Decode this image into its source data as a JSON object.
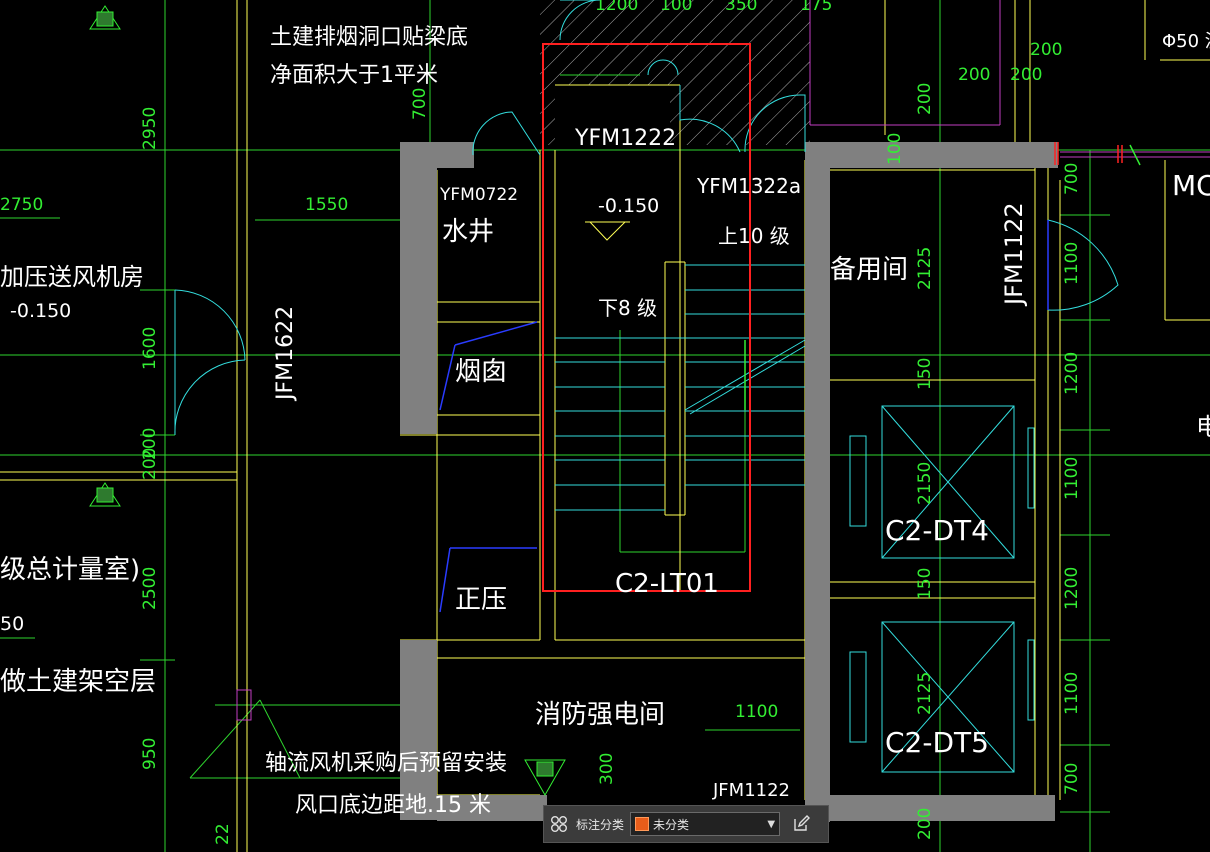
{
  "labels": {
    "note1": "土建排烟洞口贴梁底",
    "note2": "净面积大于1平米",
    "yfm1222": "YFM1222",
    "yfm0722": "YFM0722",
    "yfm1322a": "YFM1322a",
    "elev_stair": "-0.150",
    "up10": "上10 级",
    "down8": "下8 级",
    "water_well": "水井",
    "smoke_flue": "烟囱",
    "positive_pressure": "正压",
    "spare_room": "备用间",
    "fire_power_room": "消防强电间",
    "stair_code": "C2-LT01",
    "dt4": "C2-DT4",
    "dt5": "C2-DT5",
    "jfm1622": "JFM1622",
    "jfm1122_v": "JFM1122",
    "jfm1122_h": "JFM1122",
    "pressurized_fan_room": "加压送风机房",
    "elev_fan": "-0.150",
    "meter_room": "级总计量室)",
    "frame_floor": "做土建架空层",
    "fan_note1": "轴流风机采购后预留安装",
    "fan_note2": "风口底边距地.15  米",
    "mc": "MC",
    "phi50": "Φ50 泥",
    "elec_partial": "电",
    "val_50": "50"
  },
  "dims": {
    "d1200": "1200",
    "d100": "100",
    "d350": "350",
    "d175": "175",
    "d200a": "200",
    "d200b": "200",
    "d200c": "200",
    "d2950": "2950",
    "d700a": "700",
    "d2750": "2750",
    "d1550": "1550",
    "d1600": "1600",
    "d200d": "200",
    "d200e": "200",
    "d2500": "2500",
    "d950": "950",
    "d22": "22",
    "d200f": "200",
    "d100b": "100",
    "d700b": "700",
    "d2125a": "2125",
    "d1100a": "1100",
    "d150a": "150",
    "d1200b": "1200",
    "d2150": "2150",
    "d1100b": "1100",
    "d150b": "150",
    "d1200c": "1200",
    "d2125b": "2125",
    "d1100c": "1100",
    "d700c": "700",
    "d1100d": "1100",
    "d300": "300",
    "d200g": "200"
  },
  "toolbar": {
    "layout_icon": "grid-icon",
    "label": "标注分类",
    "selected": "未分类",
    "swatch_color": "#e85d1a",
    "edit_icon": "edit-icon"
  },
  "colors": {
    "background": "#000000",
    "wall": "#808080",
    "yellow": "#ffff66",
    "cyan": "#33dddd",
    "green": "#33ee33",
    "white": "#ffffff",
    "red": "#ff2222",
    "magenta": "#cc33cc",
    "blue": "#2233ff"
  }
}
